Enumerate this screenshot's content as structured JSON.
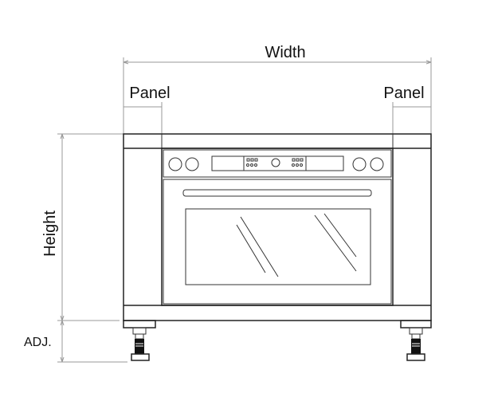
{
  "labels": {
    "width": "Width",
    "panel_left": "Panel",
    "panel_right": "Panel",
    "height": "Height",
    "adjustable": "ADJ."
  },
  "colors": {
    "line": "#222222",
    "dimension": "#999999",
    "foot": "#111111"
  }
}
